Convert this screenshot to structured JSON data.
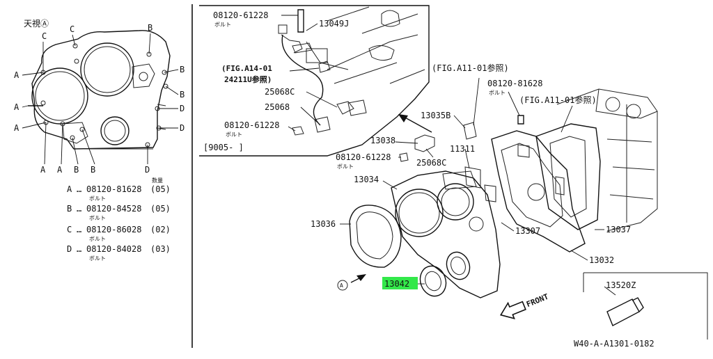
{
  "view_note": "天視Ⓐ",
  "view_letters": {
    "top": [
      "C",
      "C",
      "B"
    ],
    "left": [
      "A",
      "A",
      "A"
    ],
    "right": [
      "B",
      "B",
      "D",
      "D"
    ],
    "bottom": [
      "A",
      "A",
      "B",
      "B",
      "D"
    ]
  },
  "qty_header": "数量",
  "legend": [
    {
      "key": "A",
      "part": "08120-81628",
      "qty": "(05)",
      "sub": "ボルト"
    },
    {
      "key": "B",
      "part": "08120-84528",
      "qty": "(05)",
      "sub": "ボルト"
    },
    {
      "key": "C",
      "part": "08120-86028",
      "qty": "(02)",
      "sub": "ボルト"
    },
    {
      "key": "D",
      "part": "08120-84028",
      "qty": "(03)",
      "sub": "ボルト"
    }
  ],
  "inset": {
    "bolt_top": {
      "part": "08120-61228",
      "sub": "ボルト"
    },
    "bracket": "13049J",
    "fig_ref_line1": "(FIG.A14-01",
    "fig_ref_line2": "24211U参照)",
    "hose_1": "25068C",
    "hose_2": "25068",
    "bolt_bottom": {
      "part": "08120-61228",
      "sub": "ボルト"
    },
    "date_range": "[9005-      ]"
  },
  "parts": {
    "fig_a11_left": "(FIG.A11-01参照)",
    "fig_a11_right": "(FIG.A11-01参照)",
    "bolt_right": {
      "part": "08120-81628",
      "sub": "ボルト"
    },
    "p13035b": "13035B",
    "p13038": "13038",
    "bolt_mid": {
      "part": "08120-61228",
      "sub": "ボルト"
    },
    "p25068c": "25068C",
    "p11311": "11311",
    "p13034": "13034",
    "p13036": "13036",
    "p13307": "13307",
    "p13037": "13037",
    "p13032": "13032",
    "p13042": "13042",
    "p13520z": "13520Z",
    "view_a": "A",
    "front": "FRONT"
  },
  "drawing_code": "W40-A-A1301-0182",
  "highlight_color": "#33e84a"
}
